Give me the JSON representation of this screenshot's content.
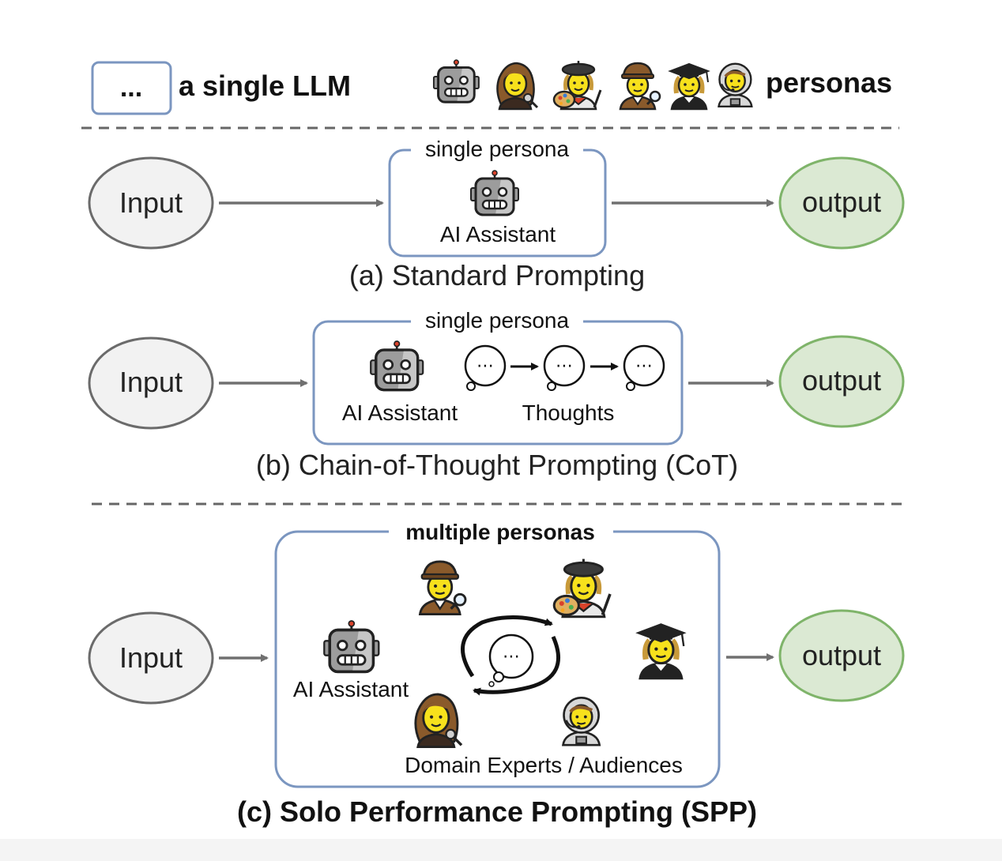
{
  "legend": {
    "llm_box_glyph": "...",
    "llm_label": "a single LLM",
    "personas_label": "personas",
    "persona_icons": [
      "robot-icon",
      "singer-icon",
      "artist-icon",
      "detective-icon",
      "graduate-icon",
      "astronaut-icon"
    ]
  },
  "panel_a": {
    "input": "Input",
    "box_title": "single persona",
    "agent": "AI Assistant",
    "output": "output",
    "caption": "(a) Standard Prompting"
  },
  "panel_b": {
    "input": "Input",
    "box_title": "single persona",
    "agent": "AI Assistant",
    "thoughts_label": "Thoughts",
    "thought_glyph": "⋯",
    "output": "output",
    "caption": "(b) Chain-of-Thought Prompting (CoT)"
  },
  "panel_c": {
    "input": "Input",
    "box_title": "multiple personas",
    "agent": "AI Assistant",
    "experts_label": "Domain Experts / Audiences",
    "thought_glyph": "⋯",
    "output": "output",
    "caption": "(c) Solo Performance Prompting (SPP)"
  },
  "colors": {
    "box_border": "#7b96c0",
    "input_fill": "#f2f2f2",
    "input_stroke": "#6b6b6b",
    "output_fill": "#dbe9d3",
    "output_stroke": "#7fb46a",
    "arrow": "#707070",
    "face": "#f7e11c"
  }
}
